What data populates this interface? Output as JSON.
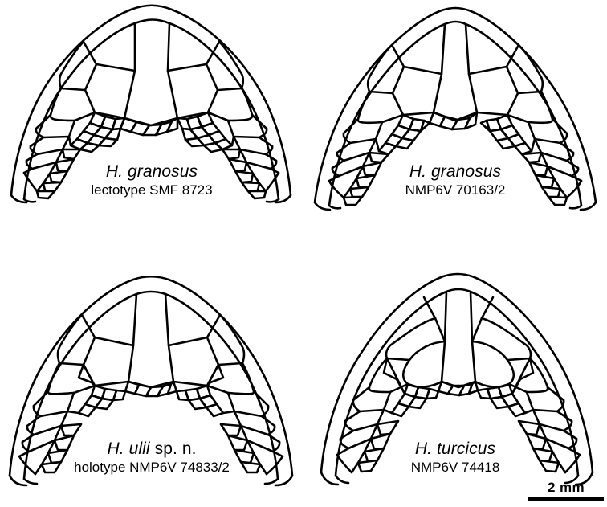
{
  "figure": {
    "kind": "scientific-line-drawing",
    "subject": "gecko chin (mental / postmental) scalation in ventral view",
    "panel_count": 4,
    "line_color": "#000000",
    "background_color": "#ffffff"
  },
  "panels": [
    {
      "id": "panel-1",
      "genus_abbrev": "H.",
      "epithet": "granosus",
      "status": "",
      "voucher": "lectotype SMF 8723"
    },
    {
      "id": "panel-2",
      "genus_abbrev": "H.",
      "epithet": "granosus",
      "status": "",
      "voucher": "NMP6V 70163/2"
    },
    {
      "id": "panel-3",
      "genus_abbrev": "H.",
      "epithet": "ulii",
      "status": "sp. n.",
      "voucher": "holotype NMP6V 74833/2"
    },
    {
      "id": "panel-4",
      "genus_abbrev": "H.",
      "epithet": "turcicus",
      "status": "",
      "voucher": "NMP6V 74418"
    }
  ],
  "scalebar": {
    "label": "2 mm",
    "value": 2,
    "unit": "mm"
  }
}
